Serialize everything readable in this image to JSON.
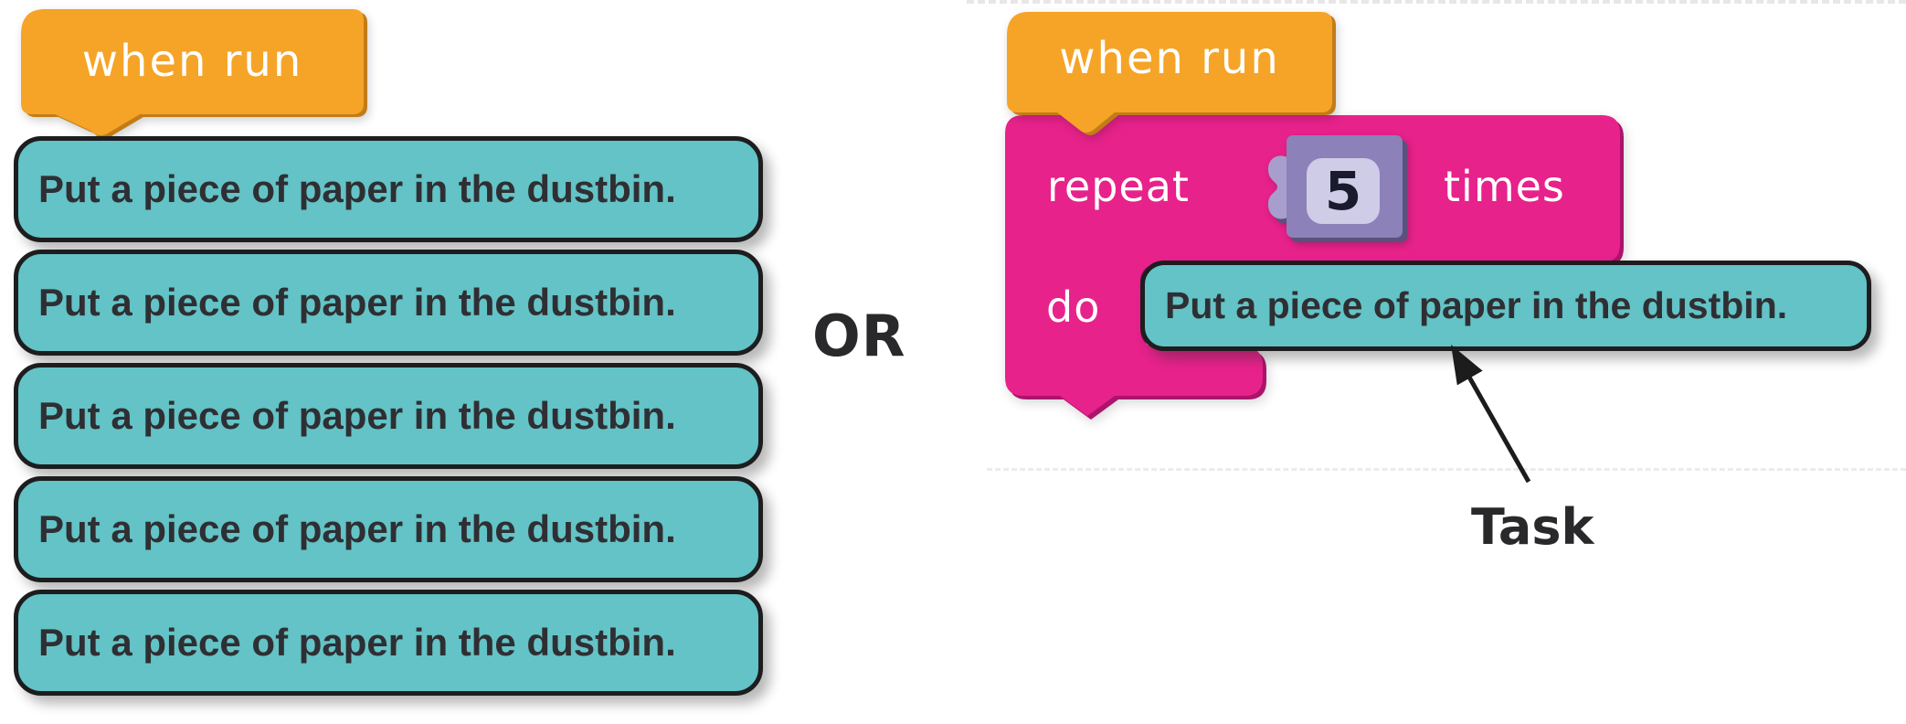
{
  "or_label": "OR",
  "left": {
    "event_label": "when run",
    "commands": [
      "Put a piece of paper in the dustbin.",
      "Put a piece of paper in the dustbin.",
      "Put a piece of paper in the dustbin.",
      "Put a piece of paper in the dustbin.",
      "Put a piece of paper in the dustbin."
    ]
  },
  "right": {
    "event_label": "when run",
    "repeat": {
      "prefix": "repeat",
      "count": "5",
      "suffix": "times"
    },
    "do_label": "do",
    "task_command": "Put a piece of paper in the dustbin."
  },
  "annotation": {
    "task_label": "Task"
  },
  "colors": {
    "orange": "#F6A427",
    "orange_shadow": "#C27C17",
    "pink": "#E7228B",
    "pink_shadow": "#AC136B",
    "teal": "#63C3C6",
    "block_border": "#1D1D1F",
    "text_dark": "#2F2F33",
    "label_white": "#FFFFFF",
    "purple": "#8C81B8",
    "purple_tab": "#A79ECD",
    "purple_light": "#CFCCE7",
    "purple_shadow": "#59517E",
    "ink": "#1A1A2E",
    "annotation": "#29292B",
    "artifact": "#E7E7E7"
  }
}
